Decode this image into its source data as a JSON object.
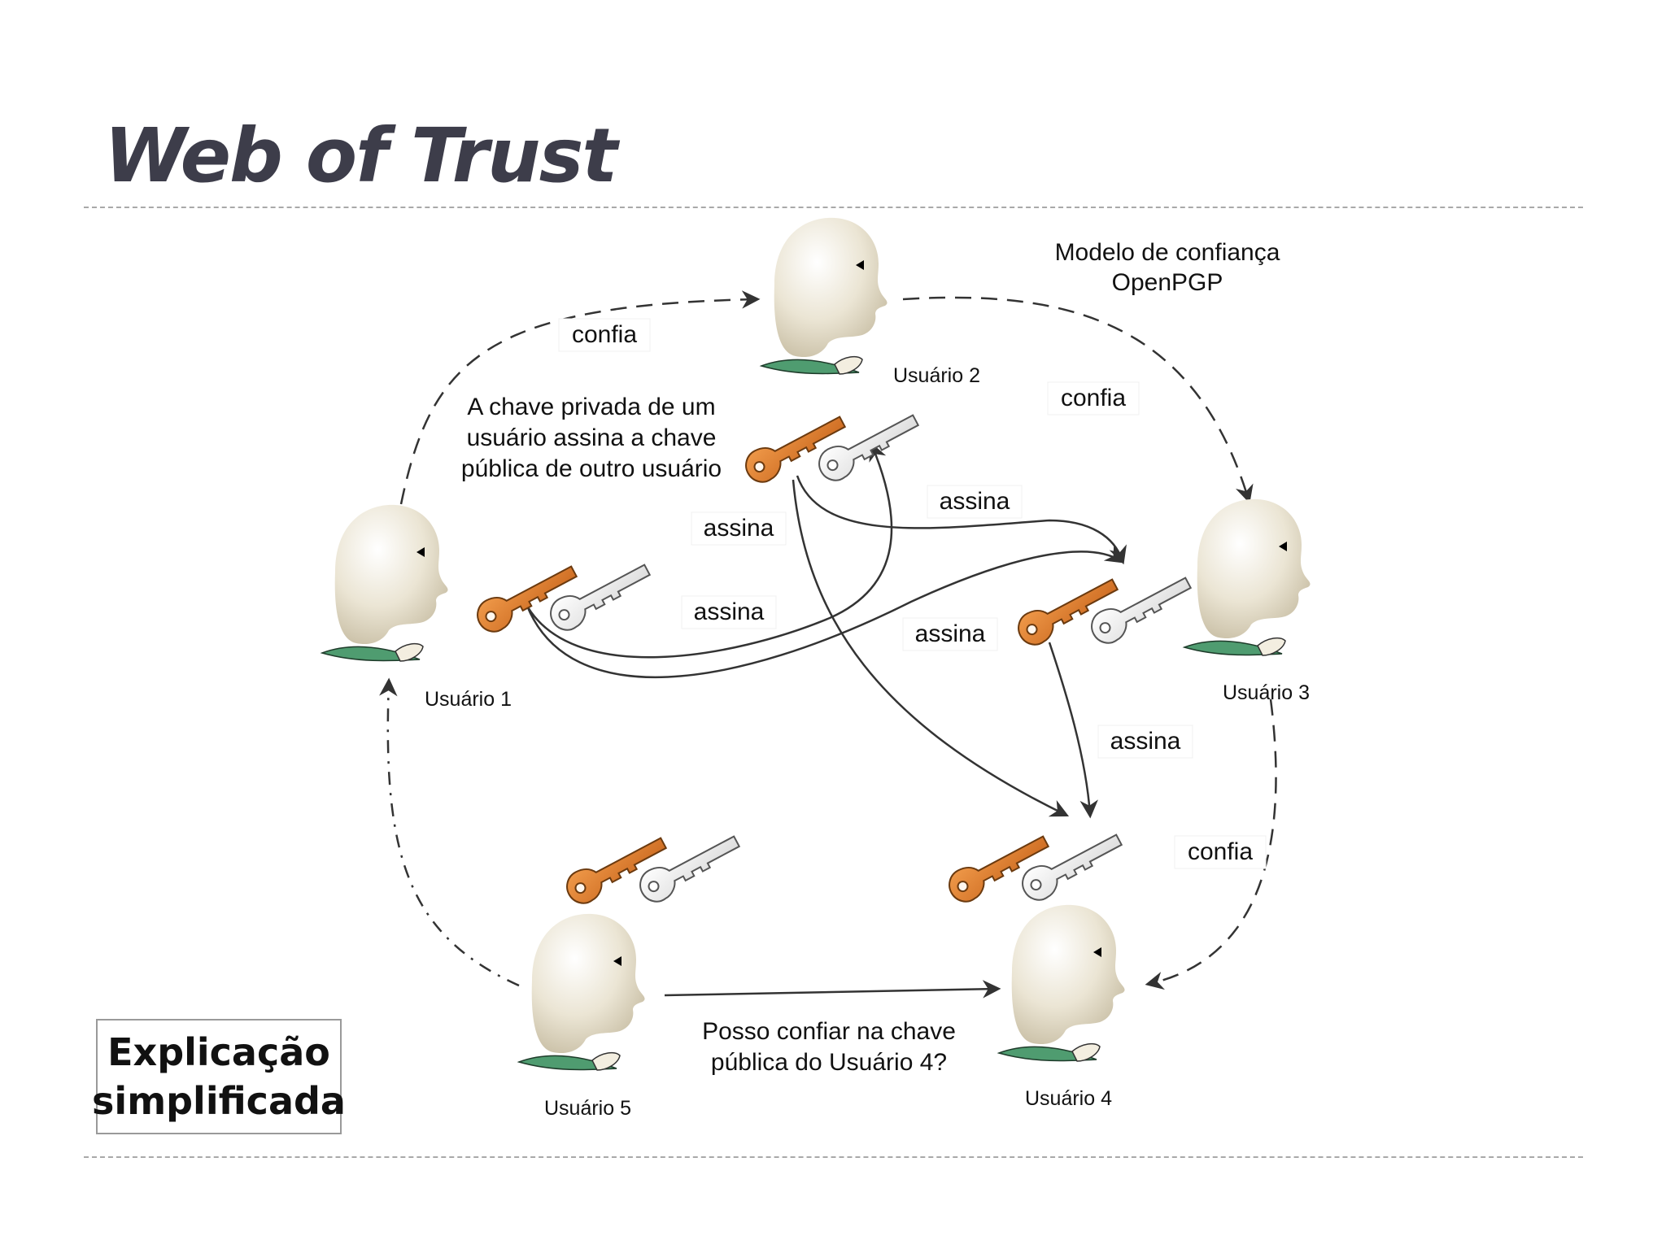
{
  "slide": {
    "title": "Web of Trust",
    "caption_line1": "Explicação",
    "caption_line2": "simplificada"
  },
  "diagram": {
    "heading_line1": "Modelo de confiança",
    "heading_line2": "OpenPGP",
    "explanation_line1": "A chave privada de um",
    "explanation_line2": "usuário assina a chave",
    "explanation_line3": "pública de outro usuário",
    "question_line1": "Posso confiar na chave",
    "question_line2": "pública do Usuário 4?",
    "users": {
      "u1": "Usuário 1",
      "u2": "Usuário 2",
      "u3": "Usuário 3",
      "u4": "Usuário 4",
      "u5": "Usuário 5"
    },
    "edge_labels": {
      "trust_1_2": "confia",
      "trust_2_3": "confia",
      "trust_3_4": "confia",
      "sign_2_4": "assina",
      "sign_2_3": "assina",
      "sign_1_2": "assina",
      "sign_1_3": "assina",
      "sign_3_4": "assina"
    },
    "colors": {
      "private_key": "#e07f2e",
      "public_key": "#f2f2f2",
      "head": "#ddd5c0",
      "collar": "#4f9c70",
      "line": "#333333"
    }
  }
}
